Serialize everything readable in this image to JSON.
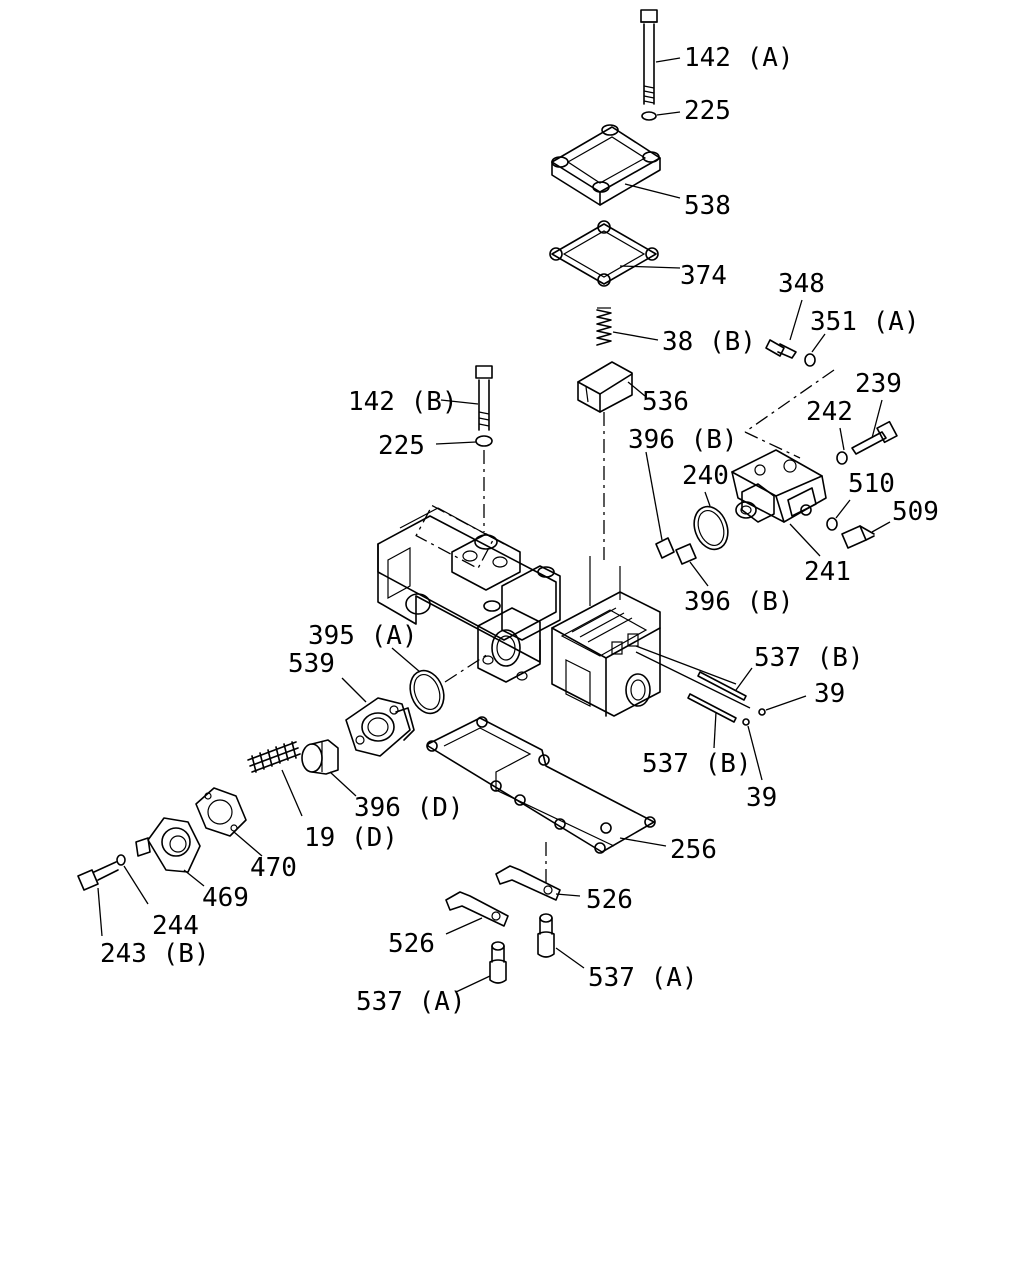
{
  "labels": {
    "l142a": "142 (A)",
    "l225a": "225",
    "l538": "538",
    "l374": "374",
    "l38b": "38 (B)",
    "l536": "536",
    "l348": "348",
    "l351a": "351 (A)",
    "l239": "239",
    "l242": "242",
    "l142b": "142 (B)",
    "l225b": "225",
    "l396b1": "396 (B)",
    "l240": "240",
    "l510": "510",
    "l509": "509",
    "l241": "241",
    "l396b2": "396 (B)",
    "l395a": "395 (A)",
    "l539": "539",
    "l537b1": "537 (B)",
    "l39a": "39",
    "l537b2": "537 (B)",
    "l39b": "39",
    "l396d": "396 (D)",
    "l19d": "19 (D)",
    "l470": "470",
    "l469": "469",
    "l244": "244",
    "l243b": "243 (B)",
    "l256": "256",
    "l526a": "526",
    "l526b": "526",
    "l537a1": "537 (A)",
    "l537a2": "537 (A)"
  }
}
